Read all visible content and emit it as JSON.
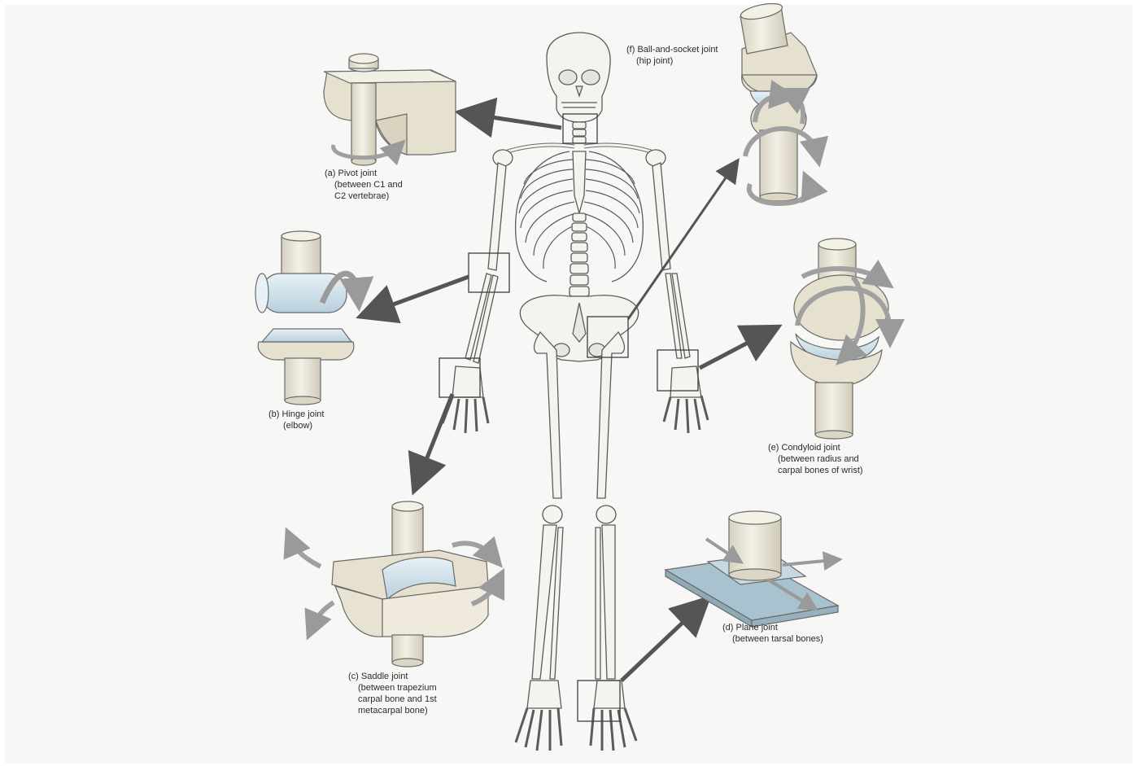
{
  "joints": {
    "pivot": {
      "lines": [
        "(a) Pivot joint",
        "(between C1 and",
        "C2 vertebrae)"
      ]
    },
    "hinge": {
      "lines": [
        "(b) Hinge joint",
        "(elbow)"
      ]
    },
    "saddle": {
      "lines": [
        "(c) Saddle joint",
        "(between trapezium",
        "carpal bone and 1st",
        "metacarpal bone)"
      ]
    },
    "plane": {
      "lines": [
        "(d) Plane joint",
        "(between tarsal bones)"
      ]
    },
    "condyloid": {
      "lines": [
        "(e) Condyloid joint",
        "(between radius and",
        "carpal bones of wrist)"
      ]
    },
    "ball": {
      "lines": [
        "(f) Ball-and-socket joint",
        "(hip joint)"
      ]
    }
  },
  "colors": {
    "bone": "#efeee6",
    "bone_stroke": "#5e5e5e",
    "joint_block": "#e7e2d2",
    "cartilage": "#cfdfe8",
    "arrow": "#555555",
    "rotation_arrow": "#a8a8a8",
    "plane_plate": "#a9c2cf"
  }
}
